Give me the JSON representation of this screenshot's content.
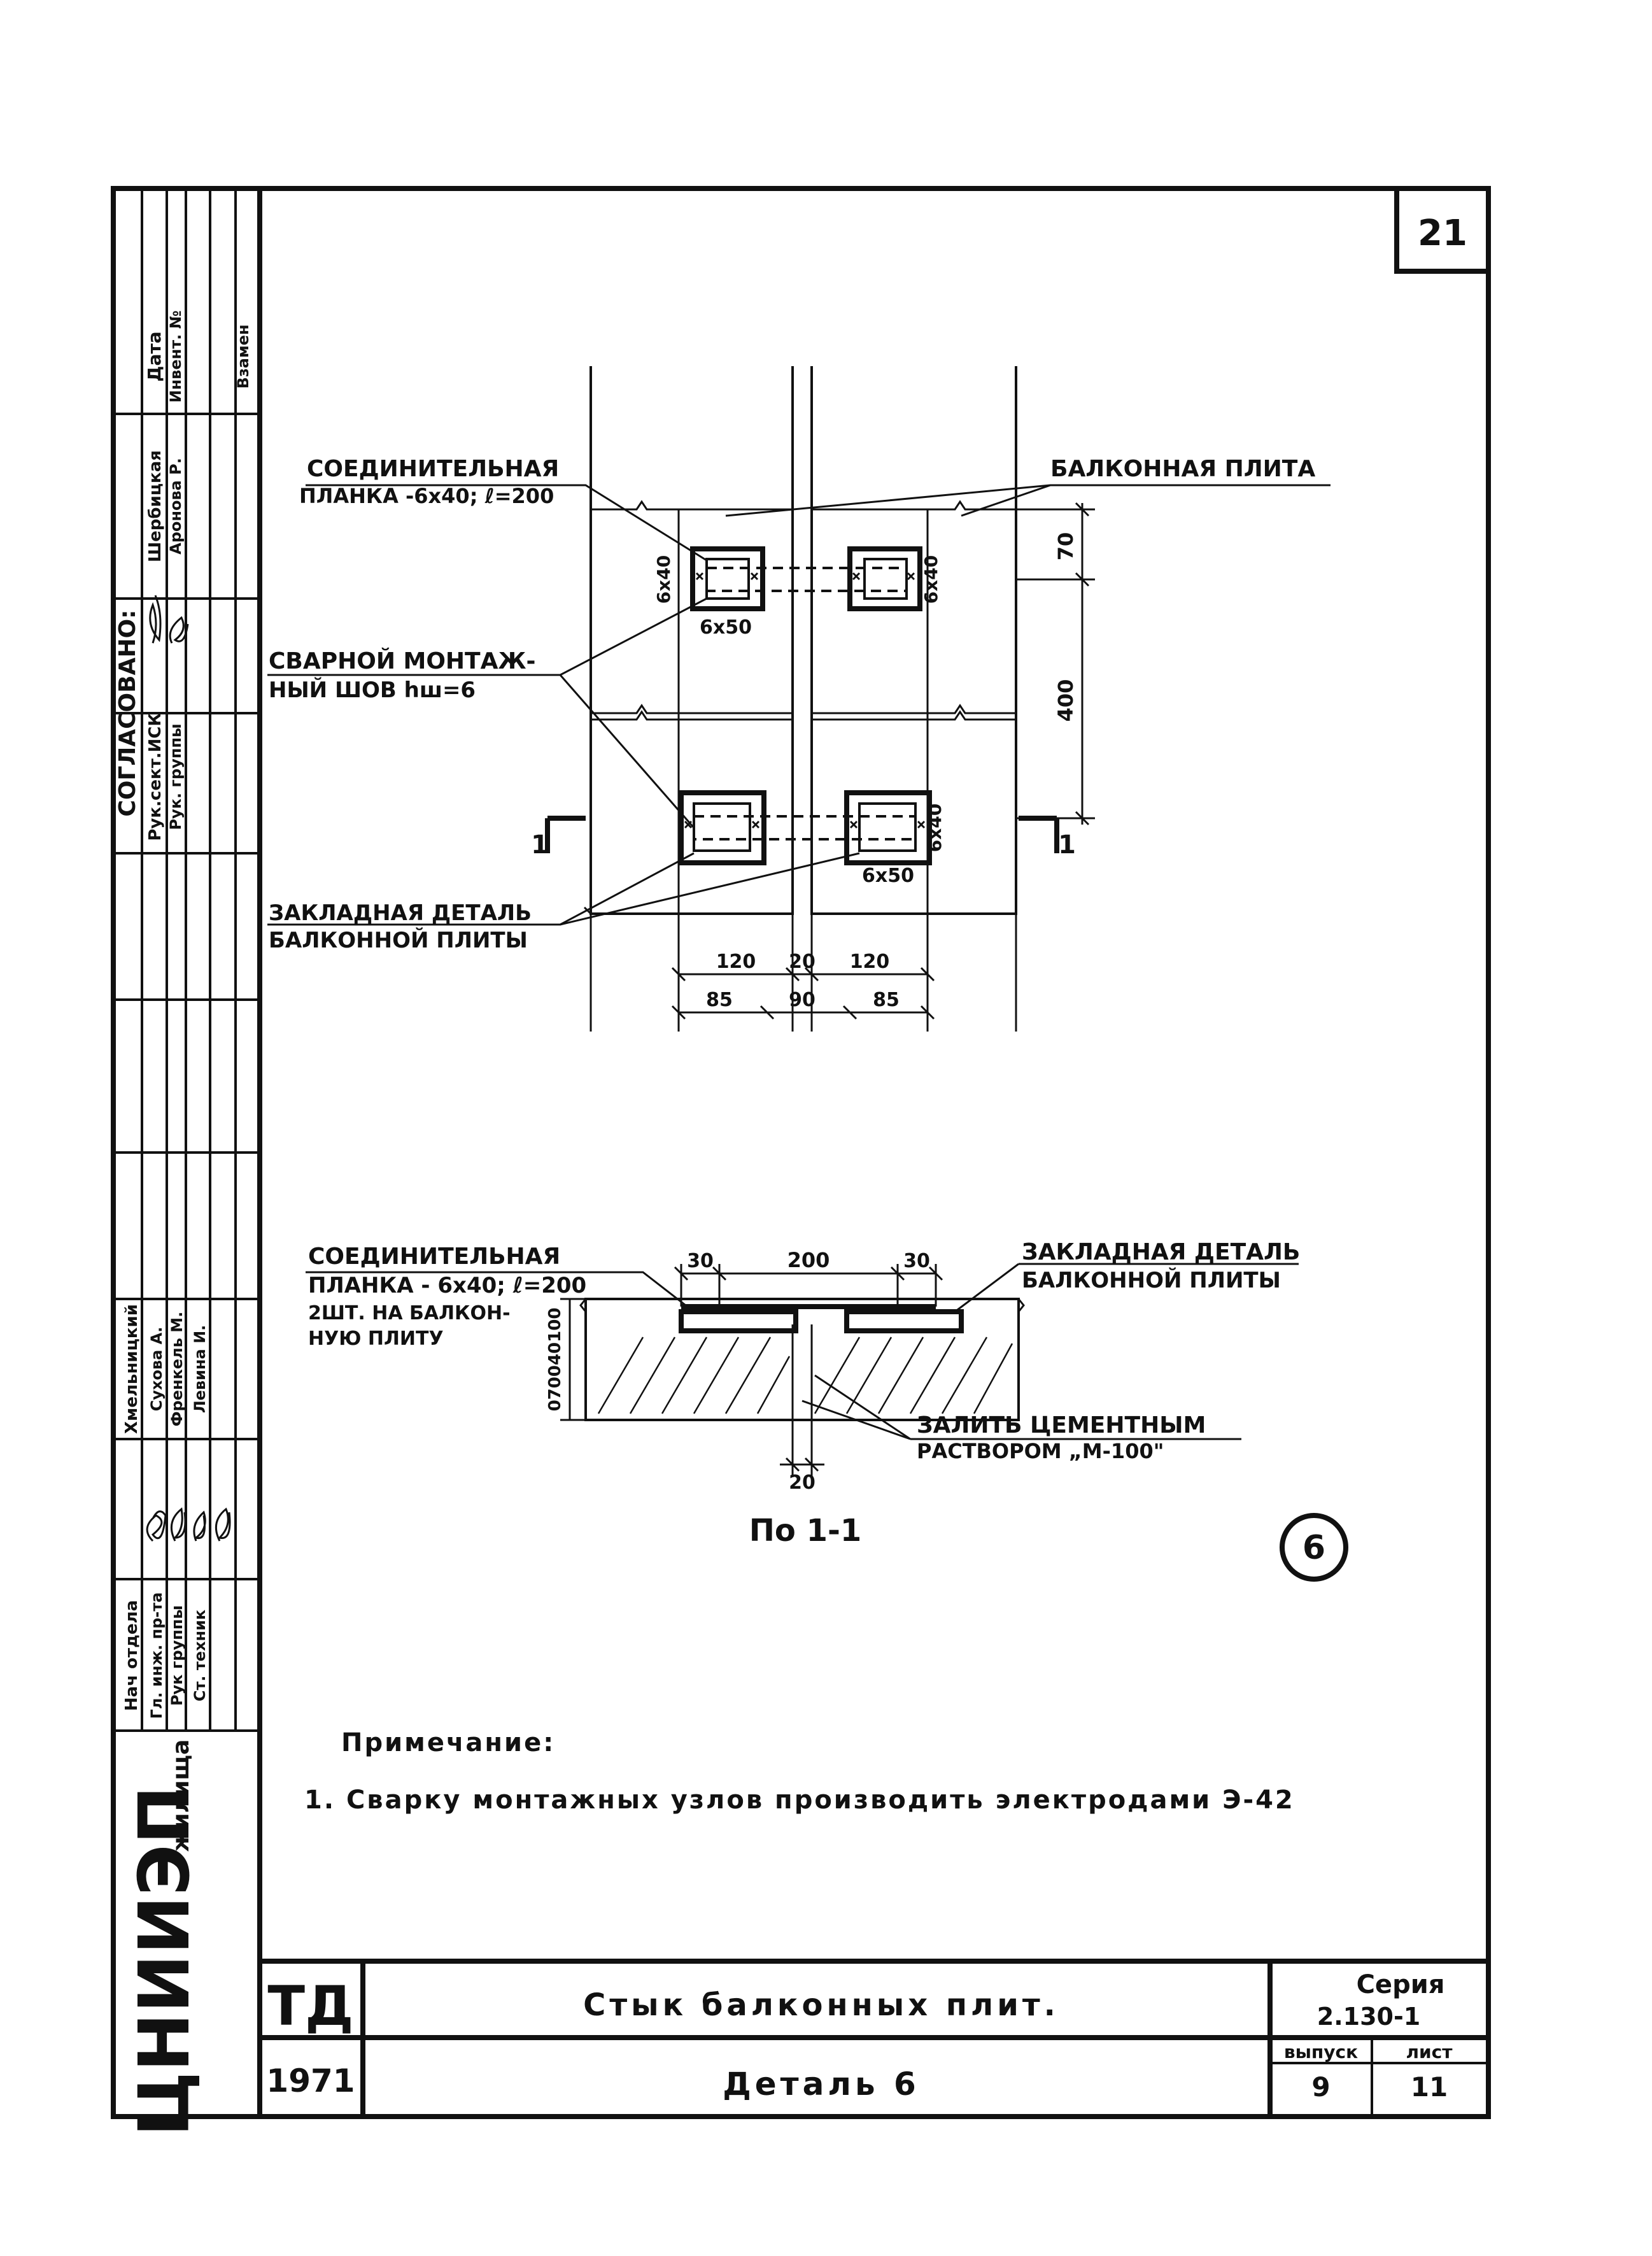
{
  "sheet": {
    "sheet_number": "21",
    "org_name": "ЦНИИЭП",
    "org_suffix": "жилища",
    "title": "Стык балконных плит.",
    "subtitle": "Деталь 6",
    "stage_code": "ТД",
    "year": "1971",
    "series_label": "Серия",
    "series_value": "2.130-1",
    "issue_label": "выпуск",
    "issue_value": "9",
    "sheet_label": "лист",
    "sheet_value": "11"
  },
  "approval_block": {
    "heading": "СОГЛАСОВАНО:",
    "rows": [
      {
        "role": "Рук.сект.ИСК",
        "name": "Шербицкая"
      },
      {
        "role": "Рук. группы",
        "name": "Аронова Р."
      }
    ],
    "date_label": "Дата",
    "inventory_label": "Инвент. №",
    "replacement_label": "Взамен"
  },
  "signature_block": {
    "rows": [
      {
        "role": "Нач отдела",
        "name": "Хмельницкий"
      },
      {
        "role": "Гл. инж. пр-та",
        "name": "Сухова А."
      },
      {
        "role": "Рук группы",
        "name": "Френкель М."
      },
      {
        "role": "Ст. техник",
        "name": "Левина И."
      }
    ]
  },
  "plan_view": {
    "label_plank": "СОЕДИНИТЕЛЬНАЯ",
    "label_plank_spec": "ПЛАНКА -6х40; ℓ=200",
    "label_slab": "БАЛКОННАЯ ПЛИТА",
    "label_weld_1": "СВАРНОЙ МОНТАЖ-",
    "label_weld_2": "НЫЙ ШОВ hш=6",
    "label_embed_1": "ЗАКЛАДНАЯ ДЕТАЛЬ",
    "label_embed_2": "БАЛКОННОЙ ПЛИТЫ",
    "plate_size_top_left": "6х40",
    "plate_size_top_right": "6х40",
    "plate_size_bottom_right": "6х40",
    "weld_size_top": "6х50",
    "weld_size_bottom": "6х50",
    "dim_70": "70",
    "dim_400": "400",
    "dims_row1": [
      "120",
      "20",
      "120"
    ],
    "dims_row2": [
      "85",
      "90",
      "85"
    ],
    "section_mark": "1"
  },
  "section_view": {
    "label_plank_1": "СОЕДИНИТЕЛЬНАЯ",
    "label_plank_2": "ПЛАНКА - 6х40; ℓ=200",
    "label_plank_3": "2ШТ. НА БАЛКОН-",
    "label_plank_4": "НУЮ ПЛИТУ",
    "label_embed_1": "ЗАКЛАДНАЯ ДЕТАЛЬ",
    "label_embed_2": "БАЛКОННОЙ ПЛИТЫ",
    "label_fill_1": "ЗАЛИТЬ ЦЕМЕНТНЫМ",
    "label_fill_2": "РАСТВОРОМ „М-100\"",
    "dim_30_left": "30",
    "dim_200": "200",
    "dim_30_right": "30",
    "dim_20": "20",
    "dim_vertical": "070040100",
    "caption": "По 1-1"
  },
  "detail_marker": "6",
  "notes": {
    "heading": "Примечание:",
    "items": [
      "1. Сварку монтажных узлов производить электродами Э-42"
    ]
  }
}
